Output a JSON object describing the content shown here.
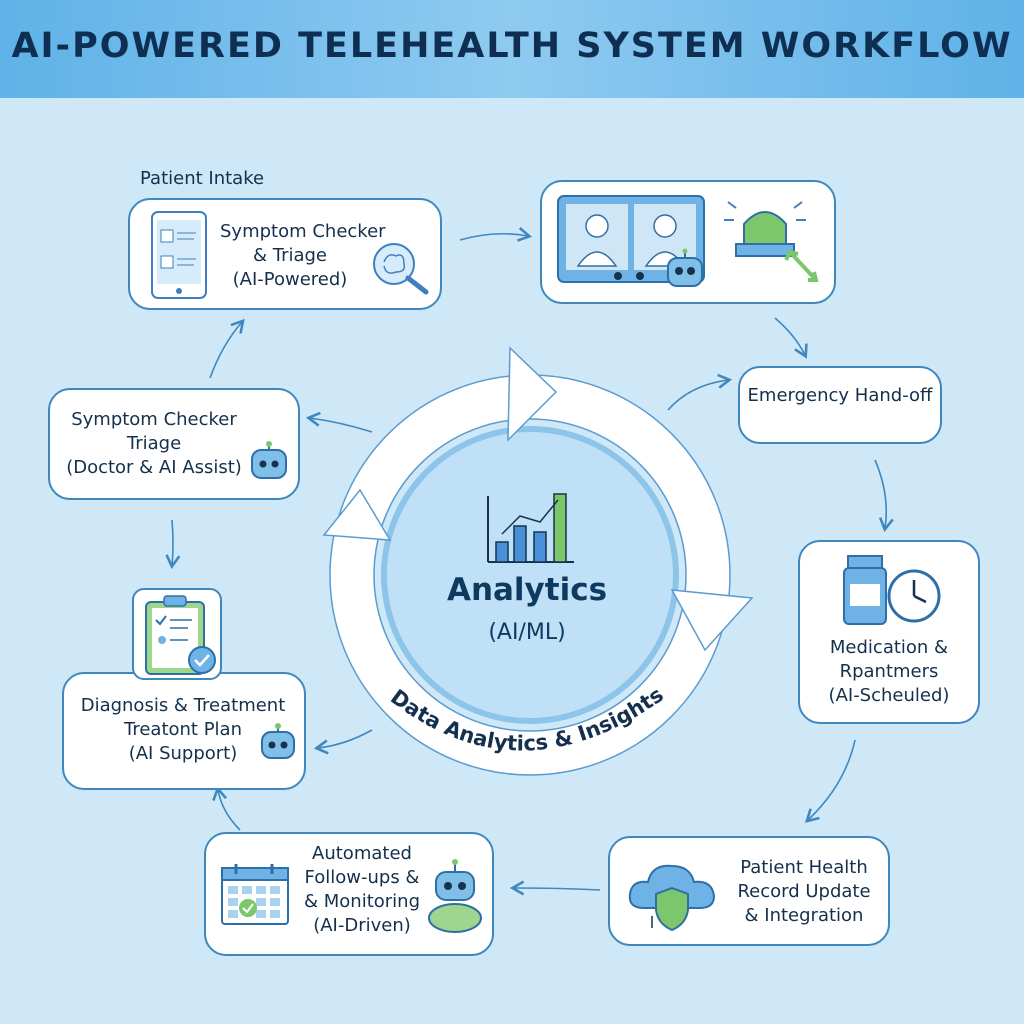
{
  "title": "AI-POWERED TELEHEALTH SYSTEM WORKFLOW",
  "intake_label": "Patient Intake",
  "nodes": {
    "symptom_checker_ai": [
      "Symptom Checker",
      "& Triage",
      "(AI-Powered)"
    ],
    "emergency_handoff": [
      "Emergency Hand-off"
    ],
    "medication": [
      "Medication &",
      "Rpantmers",
      "(AI-Scheuled)"
    ],
    "health_record": [
      "Patient Health",
      "Record Update",
      "& Integration"
    ],
    "followups": [
      "Automated",
      "Follow-ups &",
      "& Monitoring",
      "(AI-Driven)"
    ],
    "diagnosis": [
      "Diagnosis & Treatment",
      "Treatont Plan",
      "(AI Support)"
    ],
    "symptom_checker_doctor": [
      "Symptom Checker",
      "Triage",
      "(Doctor & AI Assist)"
    ]
  },
  "center": {
    "title": "Analytics",
    "subtitle": "(AI/ML)",
    "ring_label": "Data Analytics & Insights"
  },
  "colors": {
    "banner": "#5fb2e8",
    "background": "#cfe8f8",
    "card_border": "#3f87bd",
    "accent_blue": "#4a90d9",
    "accent_green": "#7cc66b",
    "text": "#14304d"
  },
  "icons": [
    "smartphone-icon",
    "brain-magnifier-icon",
    "video-call-icon",
    "robot-icon",
    "emergency-siren-icon",
    "medicine-bottle-icon",
    "clock-icon",
    "cloud-shield-icon",
    "calendar-icon",
    "clipboard-icon",
    "bar-chart-icon"
  ]
}
